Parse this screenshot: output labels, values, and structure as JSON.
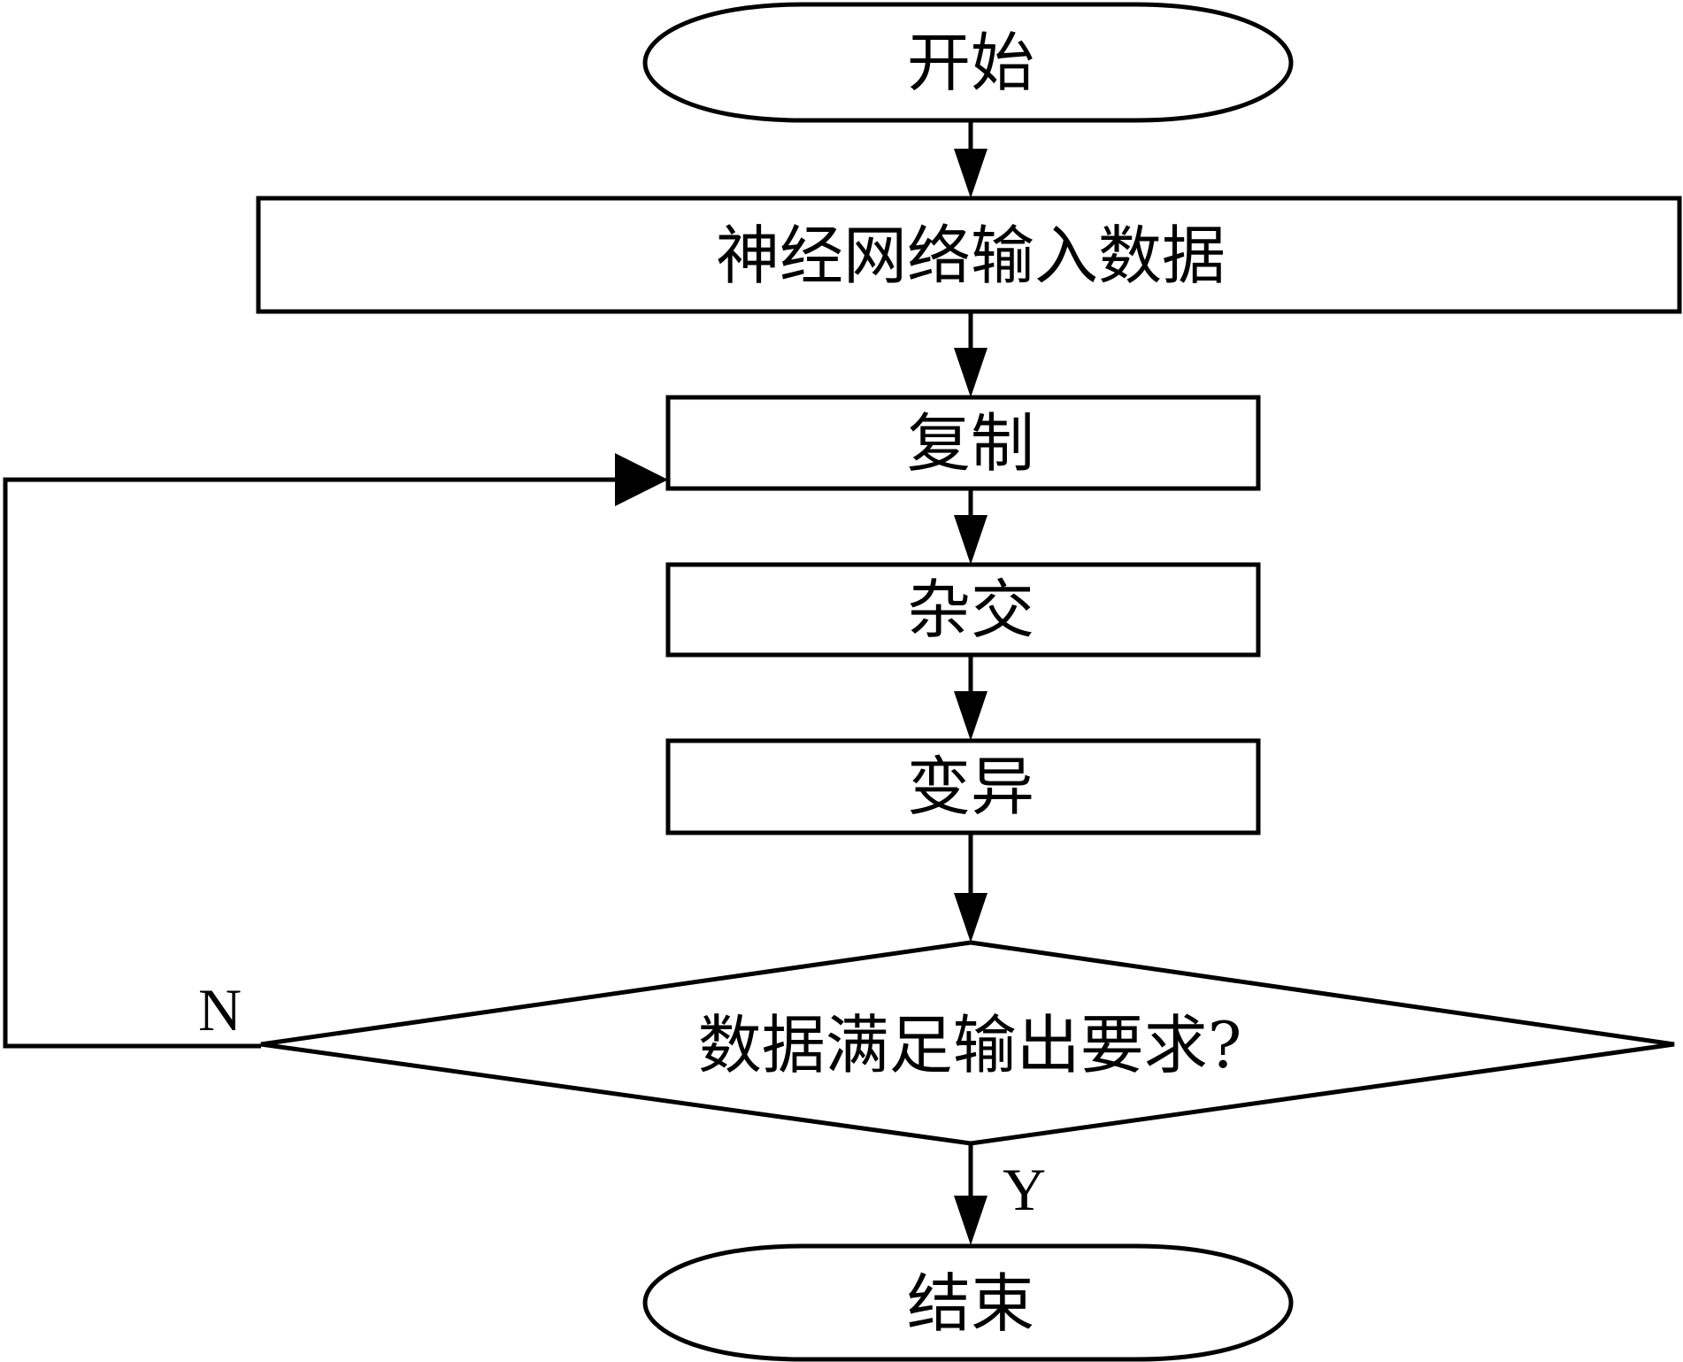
{
  "diagram": {
    "type": "flowchart",
    "nodes": [
      {
        "id": "start",
        "shape": "terminator",
        "label": "开始"
      },
      {
        "id": "input",
        "shape": "process",
        "label": "神经网络输入数据"
      },
      {
        "id": "copy",
        "shape": "process",
        "label": "复制"
      },
      {
        "id": "crossover",
        "shape": "process",
        "label": "杂交"
      },
      {
        "id": "mutation",
        "shape": "process",
        "label": "变异"
      },
      {
        "id": "decision",
        "shape": "decision",
        "label": "数据满足输出要求?"
      },
      {
        "id": "end",
        "shape": "terminator",
        "label": "结束"
      }
    ],
    "edges": [
      {
        "from": "start",
        "to": "input",
        "label": ""
      },
      {
        "from": "input",
        "to": "copy",
        "label": ""
      },
      {
        "from": "copy",
        "to": "crossover",
        "label": ""
      },
      {
        "from": "crossover",
        "to": "mutation",
        "label": ""
      },
      {
        "from": "mutation",
        "to": "decision",
        "label": ""
      },
      {
        "from": "decision",
        "to": "end",
        "label": "Y"
      },
      {
        "from": "decision",
        "to": "copy",
        "label": "N"
      }
    ],
    "colors": {
      "stroke": "#000000",
      "fill": "#ffffff",
      "text": "#000000"
    }
  }
}
